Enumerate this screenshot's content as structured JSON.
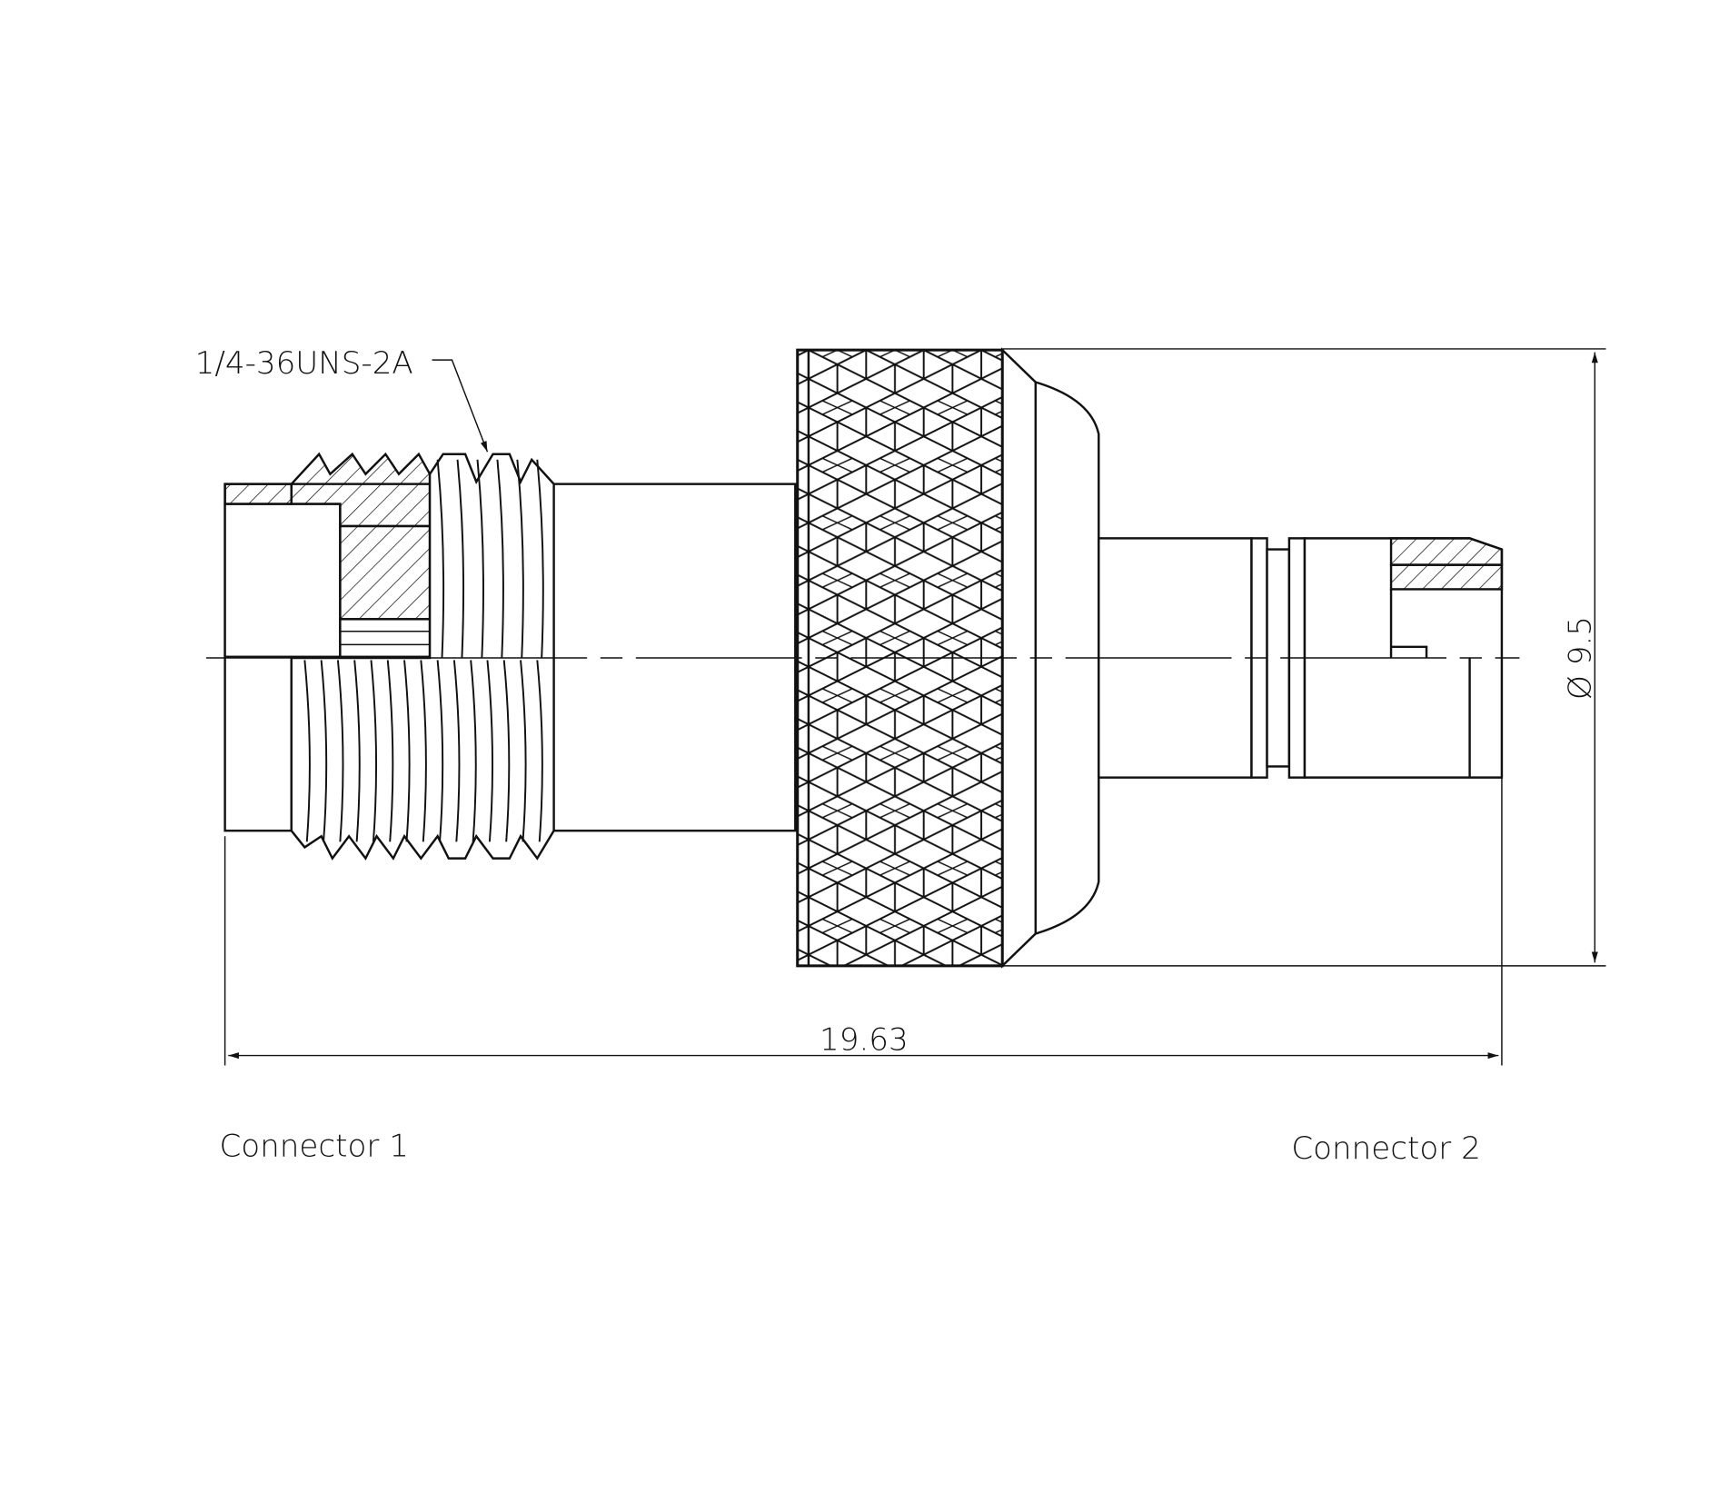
{
  "drawing": {
    "thread_callout": "1/4-36UNS-2A",
    "diameter_dimension": "Ø 9.5",
    "length_dimension": "19.63",
    "connector_1_label": "Connector 1",
    "connector_2_label": "Connector 2",
    "line_color": "#111111"
  }
}
